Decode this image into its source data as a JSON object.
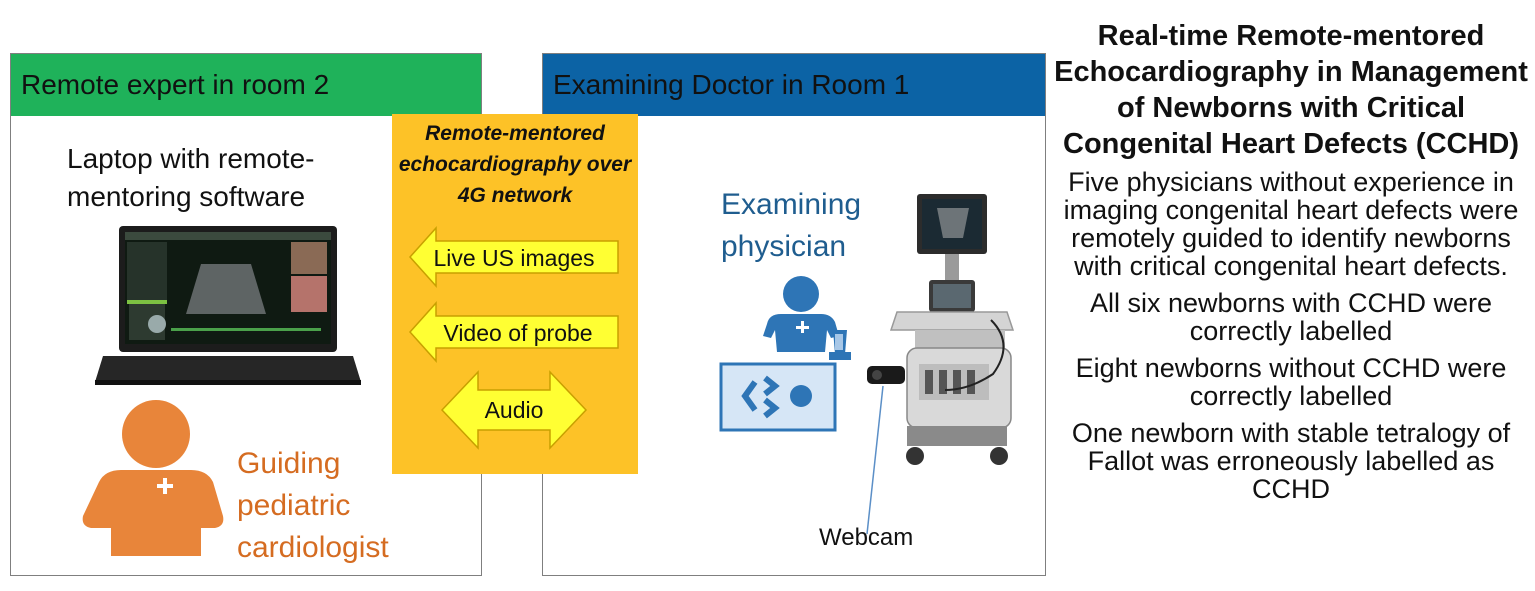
{
  "left_panel": {
    "header": "Remote expert in room 2",
    "laptop_caption": "Laptop with remote-mentoring software",
    "person_label": "Guiding pediatric cardiologist"
  },
  "right_panel": {
    "header": "Examining Doctor in Room 1",
    "person_label": "Examining physician",
    "webcam_label": "Webcam"
  },
  "center_band": {
    "caption": "Remote-mentored echocardiography over 4G network",
    "arrows": [
      {
        "label": "Live US images",
        "direction": "left"
      },
      {
        "label": "Video of probe",
        "direction": "left"
      },
      {
        "label": "Audio",
        "direction": "both"
      }
    ]
  },
  "summary": {
    "title": "Real-time Remote-mentored Echocardiography in Management of Newborns with Critical Congenital Heart Defects (CCHD)",
    "paragraphs": [
      "Five physicians without experience in imaging congenital heart defects were remotely guided to identify newborns with critical congenital heart defects.",
      "All six newborns with CCHD were correctly labelled",
      "Eight newborns without CCHD were correctly labelled",
      "One newborn with stable tetralogy of Fallot was erroneously labelled as CCHD"
    ]
  },
  "colors": {
    "left_header": "#1fb25a",
    "right_header": "#0c63a5",
    "band": "#fdc227",
    "arrow_fill": "#ffff33",
    "cardiologist": "#e8853a",
    "physician": "#2e75b6"
  },
  "icons": [
    "laptop-icon",
    "cardiologist-person-icon",
    "physician-person-icon",
    "newborn-bed-icon",
    "ultrasound-machine-icon",
    "webcam-icon"
  ]
}
